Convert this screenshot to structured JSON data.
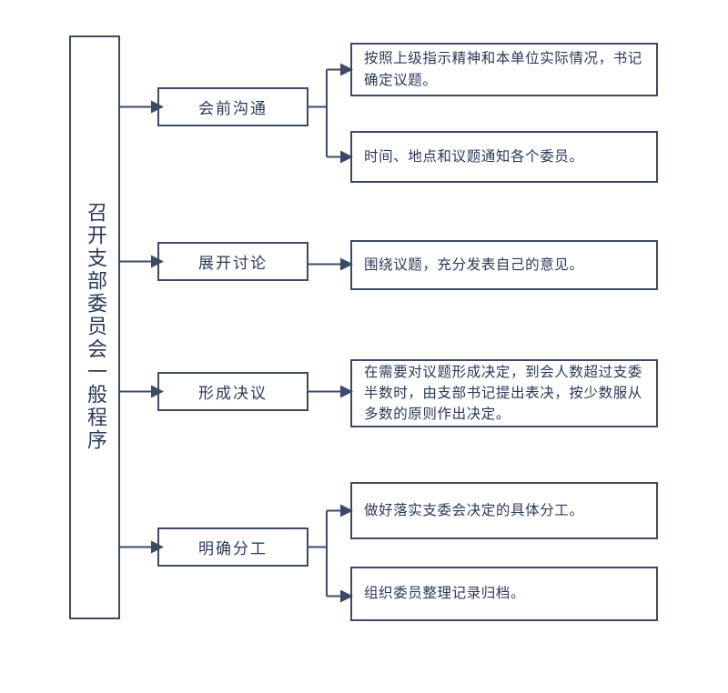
{
  "diagram": {
    "title_vertical": "召开支部委员会一般程序",
    "line_color": "#3d4a66",
    "text_color": "#2b3a57",
    "background": "#ffffff",
    "stages": [
      {
        "id": "stage-1",
        "label": "会前沟通",
        "details": [
          "按照上级指示精神和本单位实际情况，书记确定议题。",
          "时间、地点和议题通知各个委员。"
        ]
      },
      {
        "id": "stage-2",
        "label": "展开讨论",
        "details": [
          "围绕议题，充分发表自己的意见。"
        ]
      },
      {
        "id": "stage-3",
        "label": "形成决议",
        "details": [
          "在需要对议题形成决定，到会人数超过支委半数时，由支部书记提出表决，按少数服从多数的原则作出决定。"
        ]
      },
      {
        "id": "stage-4",
        "label": "明确分工",
        "details": [
          "做好落实支委会决定的具体分工。",
          "组织委员整理记录归档。"
        ]
      }
    ],
    "detail_texts": {
      "d1": "按照上级指示精神和本单位实际情况，书记确定议题。",
      "d2": "时间、地点和议题通知各个委员。",
      "d3": "围绕议题，充分发表自己的意见。",
      "d4": "在需要对议题形成决定，到会人数超过支委半数时，由支部书记提出表决，按少数服从多数的原则作出决定。",
      "d5": "做好落实支委会决定的具体分工。",
      "d6": "组织委员整理记录归档。"
    },
    "stage_labels": {
      "s1": "会前沟通",
      "s2": "展开讨论",
      "s3": "形成决议",
      "s4": "明确分工"
    }
  }
}
